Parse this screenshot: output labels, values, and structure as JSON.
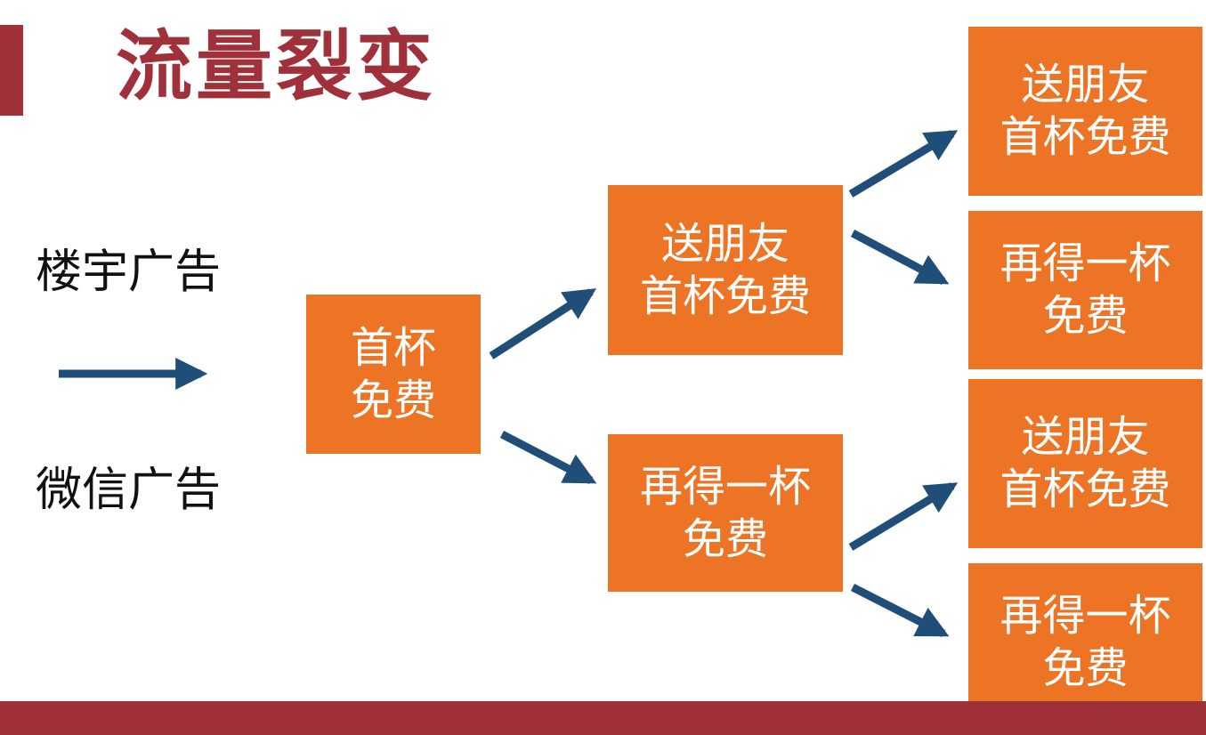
{
  "title": "流量裂变",
  "sources": {
    "top": "楼宇广告",
    "bottom": "微信广告"
  },
  "nodes": {
    "root": {
      "line1": "首杯",
      "line2": "免费"
    },
    "mid_top": {
      "line1": "送朋友",
      "line2": "首杯免费"
    },
    "mid_bottom": {
      "line1": "再得一杯",
      "line2": "免费"
    },
    "leaf_1": {
      "line1": "送朋友",
      "line2": "首杯免费"
    },
    "leaf_2": {
      "line1": "再得一杯",
      "line2": "免费"
    },
    "leaf_3": {
      "line1": "送朋友",
      "line2": "首杯免费"
    },
    "leaf_4": {
      "line1": "再得一杯",
      "line2": "免费"
    }
  },
  "colors": {
    "accent": "#a0303a",
    "box": "#ec7424",
    "arrow": "#1f4e79",
    "text_on_box": "#ffffff"
  }
}
